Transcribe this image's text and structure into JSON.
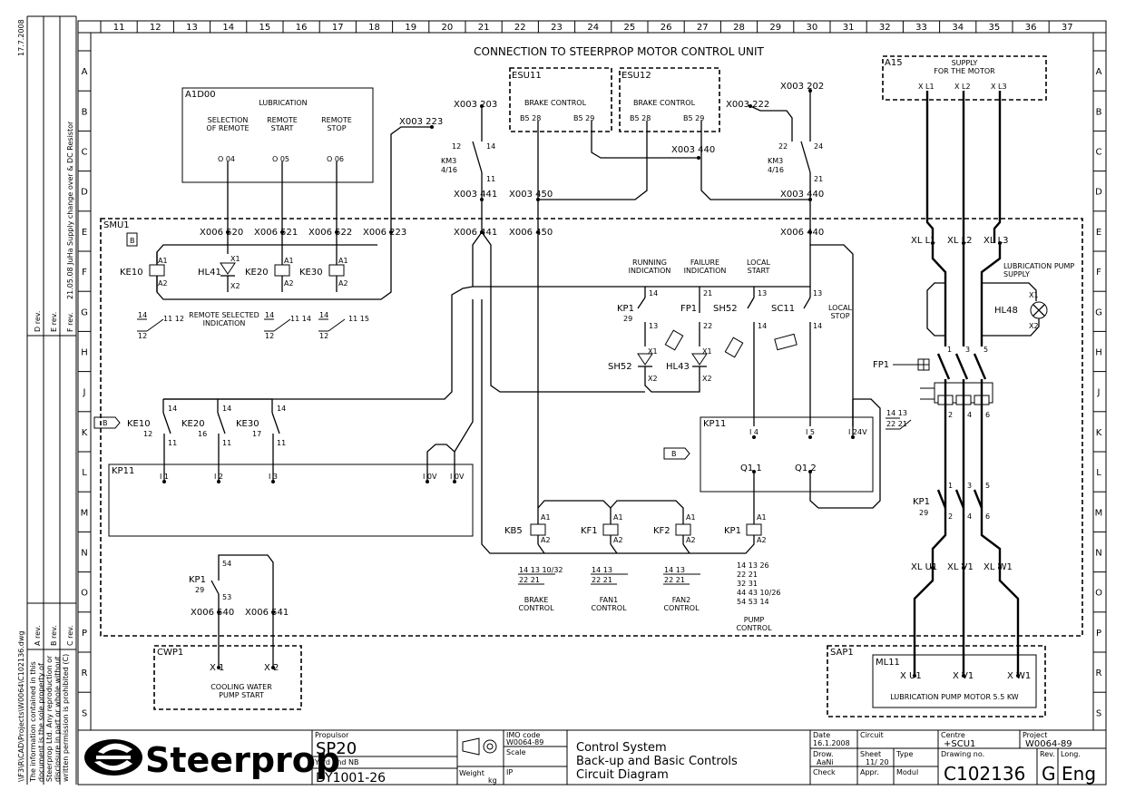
{
  "margin": {
    "date_stamp": "17.7.2008",
    "file_path": "\\\\F3\\R\\CAD\\Projects\\W0064\\C102136.dwg",
    "ownership_notice": [
      "The information contained in this",
      "document is the sole property of",
      "Steerprop Ltd. Any reproduction or",
      "disclosure in part or whole without",
      "written permission is prohibited (C)"
    ],
    "revisions": {
      "rev_labels": [
        "A rev.",
        "B rev.",
        "C rev.",
        "D rev.",
        "E rev.",
        "F rev."
      ],
      "f_rev_note": "21.05.08 JuHa Supply change over & DC Resistor"
    }
  },
  "grid": {
    "columns": [
      "11",
      "12",
      "13",
      "14",
      "15",
      "16",
      "17",
      "18",
      "19",
      "20",
      "21",
      "22",
      "23",
      "24",
      "25",
      "26",
      "27",
      "28",
      "29",
      "30",
      "31",
      "32",
      "33",
      "34",
      "35",
      "36",
      "37"
    ],
    "rows": [
      "A",
      "B",
      "C",
      "D",
      "E",
      "F",
      "G",
      "H",
      "J",
      "K",
      "L",
      "M",
      "N",
      "O",
      "P",
      "R",
      "S"
    ]
  },
  "title": "CONNECTION TO STEERPROP MOTOR CONTROL UNIT",
  "a1d00": {
    "tag": "A1D00",
    "heading": "LUBRICATION",
    "col1": "SELECTION\nOF REMOTE",
    "col2": "REMOTE\nSTART",
    "col3": "REMOTE\nSTOP",
    "o1": "O 04",
    "o2": "O 05",
    "o3": "O 06"
  },
  "esu11": {
    "tag": "ESU11",
    "text": "BRAKE CONTROL",
    "t1": "B5 28",
    "t2": "B5 29"
  },
  "esu12": {
    "tag": "ESU12",
    "text": "BRAKE CONTROL",
    "t1": "B5 28",
    "t2": "B5 29"
  },
  "a15": {
    "tag": "A15",
    "text": "SUPPLY\nFOR THE MOTOR",
    "t1": "X L1",
    "t2": "X L2",
    "t3": "X L3"
  },
  "smu1": {
    "tag": "SMU1",
    "marker": "B"
  },
  "x003": {
    "t223": "X003 223",
    "t203": "X003 203",
    "t222": "X003 222",
    "t202": "X003 202",
    "t441": "X003 441",
    "t450": "X003 450",
    "t440a": "X003 440",
    "t440b": "X003 440"
  },
  "km3_left": {
    "tag": "KM3",
    "ref": "4/16",
    "c1": "12",
    "c2": "14",
    "c3": "11"
  },
  "km3_right": {
    "tag": "KM3",
    "ref": "4/16",
    "c1": "22",
    "c2": "24",
    "c3": "21"
  },
  "x006": {
    "t520": "X006 520",
    "t521": "X006 521",
    "t522": "X006 522",
    "t223": "X006 223",
    "t441": "X006 441",
    "t450": "X006 450",
    "t440": "X006 440",
    "t540": "X006 540",
    "t541": "X006 541"
  },
  "relays_top": {
    "ke10": "KE10",
    "hl41": "HL41",
    "ke20": "KE20",
    "ke30": "KE30",
    "a1": "A1",
    "a2": "A2",
    "x1": "X1",
    "x2": "X2"
  },
  "remote_ind": {
    "label": "REMOTE SELECTED\nINDICATION",
    "c1": "14",
    "c2": "11 12",
    "c3": "12",
    "c4": "14",
    "c5": "11 14",
    "c6": "12",
    "c7": "14",
    "c8": "11 15",
    "c9": "12"
  },
  "indications": {
    "running": "RUNNING\nINDICATION",
    "failure": "FAILURE\nINDICATION",
    "local_start": "LOCAL\nSTART",
    "local_stop": "LOCAL\nSTOP"
  },
  "kp1_contact": {
    "tag": "KP1",
    "ref": "29",
    "c1": "14",
    "c2": "13"
  },
  "fp1_contact": {
    "tag": "FP1",
    "c1": "21",
    "c2": "22"
  },
  "sh52_contact": {
    "tag": "SH52",
    "c1": "13",
    "c2": "14"
  },
  "sc11_contact": {
    "tag": "SC11",
    "c1": "13",
    "c2": "14"
  },
  "lamps": {
    "sh52": "SH52",
    "hl43": "HL43",
    "x1": "X1",
    "x2": "X2"
  },
  "ke_contacts": {
    "ke10": "KE10",
    "ke10_ref": "12",
    "ke20": "KE20",
    "ke20_ref": "16",
    "ke30": "KE30",
    "ke30_ref": "17",
    "n14": "14",
    "n11": "11"
  },
  "kp11_left": {
    "tag": "KP11",
    "i1": "I 1",
    "i2": "I 2",
    "i3": "I 3",
    "ov1": "I 0V",
    "ov2": "I 0V"
  },
  "kp11_right": {
    "tag": "KP11",
    "i4": "I 4",
    "i5": "I 5",
    "i24": "I 24V",
    "q1": "Q1 1",
    "q2": "Q1 2",
    "marker": "B"
  },
  "coils_bottom": {
    "kb5": "KB5",
    "kf1": "KF1",
    "kf2": "KF2",
    "kp1": "KP1",
    "a1": "A1",
    "a2": "A2"
  },
  "contact_tables": {
    "brake": {
      "label": "BRAKE\nCONTROL",
      "r1": "14 13 10/32",
      "r2": "22 21"
    },
    "fan1": {
      "label": "FAN1\nCONTROL",
      "r1": "14 13",
      "r2": "22 21"
    },
    "fan2": {
      "label": "FAN2\nCONTROL",
      "r1": "14 13",
      "r2": "22 21"
    },
    "pump": {
      "label": "PUMP\nCONTROL",
      "r1": "14 13 26",
      "r2": "22 21",
      "r3": "32 31",
      "r4": "44 43 10/26",
      "r5": "54 53 14"
    },
    "kp11_aux": {
      "r1": "14 13",
      "r2": "22 21"
    }
  },
  "kp1_cw": {
    "tag": "KP1",
    "ref": "29",
    "c1": "54",
    "c2": "53"
  },
  "cwp1": {
    "tag": "CWP1",
    "text": "COOLING WATER\nPUMP START",
    "x1": "X 1",
    "x2": "X 2"
  },
  "power": {
    "xl1": "XL L1",
    "xl2": "XL L2",
    "xl3": "XL L3",
    "lub_supply": "LUBRICATION PUMP\nSUPPLY",
    "hl48": "HL48",
    "x1": "X1",
    "x2": "X2",
    "fp1": "FP1",
    "p1": "1",
    "p3": "3",
    "p5": "5",
    "p2": "2",
    "p4": "4",
    "p6": "6",
    "kp1": "KP1",
    "kp1_ref": "29",
    "xu1": "XL U1",
    "xv1": "XL V1",
    "xw1": "XL W1"
  },
  "sap1": {
    "tag": "SAP1",
    "ml11": "ML11",
    "u1": "X U1",
    "v1": "X V1",
    "w1": "X W1",
    "text": "LUBRICATION PUMP MOTOR 5.5 KW"
  },
  "title_block": {
    "logo": "Steerprop",
    "propulsor_label": "Propulsor",
    "propulsor": "SP20",
    "yard_label": "Yard and NB",
    "yard": "DY1001-26",
    "weight_label": "Weight",
    "weight_unit": "kg",
    "imo_label": "IMO code",
    "imo": "W0064-89",
    "scale_label": "Scale",
    "ip_label": "IP",
    "desc1": "Control System",
    "desc2": "Back-up and Basic Controls",
    "desc3": "Circuit Diagram",
    "date_label": "Date",
    "date": "16.1.2008",
    "drawn_label": "Drow.",
    "drawn": "AaNi",
    "check_label": "Check",
    "circuit_label": "Circuit",
    "sheet_label": "Sheet",
    "sheet": "11/ 20",
    "appr_label": "Appr.",
    "type_label": "Type",
    "modul_label": "Modul",
    "centre_label": "Centre",
    "centre": "+SCU1",
    "project_label": "Project",
    "project": "W0064-89",
    "drawing_label": "Drawing no.",
    "drawing": "C102136",
    "rev_label": "Rev.",
    "rev": "G",
    "lang_label": "Long.",
    "lang": "Eng"
  }
}
